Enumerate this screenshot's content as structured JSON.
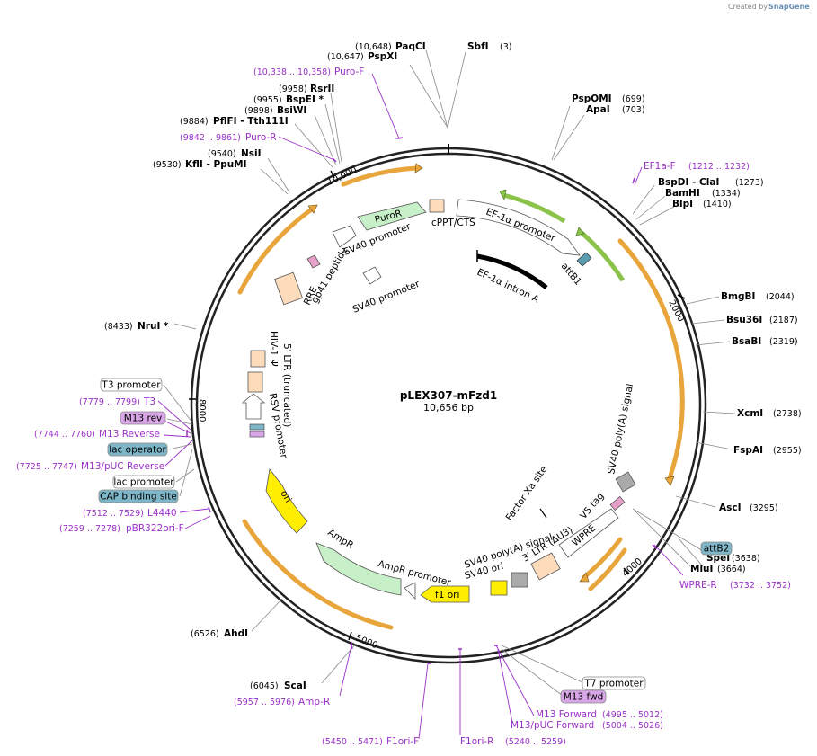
{
  "credit": {
    "created_by": "Created by",
    "brand": "SnapGene"
  },
  "plasmid": {
    "name": "pLEX307-mFzd1",
    "length": "10,656 bp"
  },
  "ticks": [
    "2000",
    "4000",
    "5000",
    "8000",
    "10,000"
  ],
  "sites": [
    {
      "id": "paqci",
      "pos": "(10,648)",
      "name": "PaqCI"
    },
    {
      "id": "sbfi",
      "pos": "(3)",
      "name": "SbfI"
    },
    {
      "id": "pspxi",
      "pos": "(10,647)",
      "name": "PspXI"
    },
    {
      "id": "pspomi",
      "pos": "(699)",
      "name": "PspOMI"
    },
    {
      "id": "apai",
      "pos": "(703)",
      "name": "ApaI"
    },
    {
      "id": "rsrii",
      "pos": "(9958)",
      "name": "RsrII"
    },
    {
      "id": "bspei",
      "pos": "(9955)",
      "name": "BspEI *"
    },
    {
      "id": "bsiwi",
      "pos": "(9898)",
      "name": "BsiWI"
    },
    {
      "id": "pflfi",
      "pos": "(9884)",
      "name": "PflFI  - Tth111I"
    },
    {
      "id": "nsii",
      "pos": "(9540)",
      "name": "NsiI"
    },
    {
      "id": "kfli",
      "pos": "(9530)",
      "name": "KflI  - PpuMI"
    },
    {
      "id": "bspdi",
      "pos": "(1273)",
      "name": "BspDI  - ClaI"
    },
    {
      "id": "bamhi",
      "pos": "(1334)",
      "name": "BamHI"
    },
    {
      "id": "blpi",
      "pos": "(1410)",
      "name": "BlpI"
    },
    {
      "id": "bmgbi",
      "pos": "(2044)",
      "name": "BmgBI"
    },
    {
      "id": "bsu36i",
      "pos": "(2187)",
      "name": "Bsu36I"
    },
    {
      "id": "bsabi",
      "pos": "(2319)",
      "name": "BsaBI"
    },
    {
      "id": "xcmi",
      "pos": "(2738)",
      "name": "XcmI"
    },
    {
      "id": "fspai",
      "pos": "(2955)",
      "name": "FspAI"
    },
    {
      "id": "asci",
      "pos": "(3295)",
      "name": "AscI"
    },
    {
      "id": "spei",
      "pos": "(3638)",
      "name": "SpeI"
    },
    {
      "id": "mlui",
      "pos": "(3664)",
      "name": "MluI"
    },
    {
      "id": "nrui",
      "pos": "(8433)",
      "name": "NruI *"
    },
    {
      "id": "ahdi",
      "pos": "(6526)",
      "name": "AhdI"
    },
    {
      "id": "scai",
      "pos": "(6045)",
      "name": "ScaI"
    }
  ],
  "primers": [
    {
      "id": "purof",
      "range": "(10,338 .. 10,358)",
      "name": "Puro-F"
    },
    {
      "id": "puror",
      "range": "(9842 .. 9861)",
      "name": "Puro-R"
    },
    {
      "id": "ef1af",
      "range": "(1212 .. 1232)",
      "name": "EF1a-F"
    },
    {
      "id": "t3",
      "range": "(7779 .. 7799)",
      "name": "T3"
    },
    {
      "id": "m13rev",
      "range": "(7744 .. 7760)",
      "name": "M13 Reverse"
    },
    {
      "id": "m13puc",
      "range": "(7725 .. 7747)",
      "name": "M13/pUC Reverse"
    },
    {
      "id": "l4440",
      "range": "(7512 .. 7529)",
      "name": "L4440"
    },
    {
      "id": "pbr322",
      "range": "(7259 .. 7278)",
      "name": "pBR322ori-F"
    },
    {
      "id": "ampr",
      "range": "(5957 .. 5976)",
      "name": "Amp-R"
    },
    {
      "id": "f1orif",
      "range": "(5450 .. 5471)",
      "name": "F1ori-F"
    },
    {
      "id": "f1orir",
      "range": "(5240 .. 5259)",
      "name": "F1ori-R"
    },
    {
      "id": "m13fwd",
      "range": "(4995 .. 5012)",
      "name": "M13 Forward"
    },
    {
      "id": "m13pucfwd",
      "range": "(5004 .. 5026)",
      "name": "M13/pUC Forward"
    },
    {
      "id": "wprer",
      "range": "(3732 .. 3752)",
      "name": "WPRE-R"
    }
  ],
  "boxes": {
    "t3_promoter": "T3 promoter",
    "m13_rev": "M13 rev",
    "lac_operator": "lac operator",
    "lac_promoter": "lac promoter",
    "cap_binding": "CAP binding site",
    "attb2": "attB2",
    "t7_promoter": "T7 promoter",
    "m13_fwd": "M13 fwd"
  },
  "features": {
    "puror": "PuroR",
    "cppt": "cPPT/CTS",
    "ef1a_promoter": "EF-1α promoter",
    "sv40_promoter_1": "SV40 promoter",
    "sv40_promoter_2": "SV40 promoter",
    "attb1": "attB1",
    "ef1a_intron": "EF-1α intron A",
    "rre": "RRE",
    "gp41": "gp41 peptide",
    "hiv_psi": "HIV-1 Ψ",
    "ltr5": "5′ LTR (truncated)",
    "rsv": "RSV promoter",
    "ori": "ori",
    "ampr": "AmpR",
    "ampr_promoter": "AmpR promoter",
    "f1ori": "f1 ori",
    "sv40_ori": "SV40 ori",
    "sv40_polya": "SV40 poly(A) signal",
    "ltr3": "3′ LTR (ΔU3)",
    "wpre": "WPRE",
    "v5": "V5 tag",
    "factor_xa": "Factor Xa site",
    "sv40_polya_2": "SV40 poly(A) signal"
  },
  "colors": {
    "orf_orange": "#e8a53c",
    "primer_purple": "#9b30c8",
    "green_feature": "#8bc34a",
    "box_blue": "#7fb7c9",
    "box_purple": "#d9a7e8",
    "yellow_ori": "#ffee00",
    "peach": "#fddcbc",
    "puror_green": "#c8f0c8"
  }
}
